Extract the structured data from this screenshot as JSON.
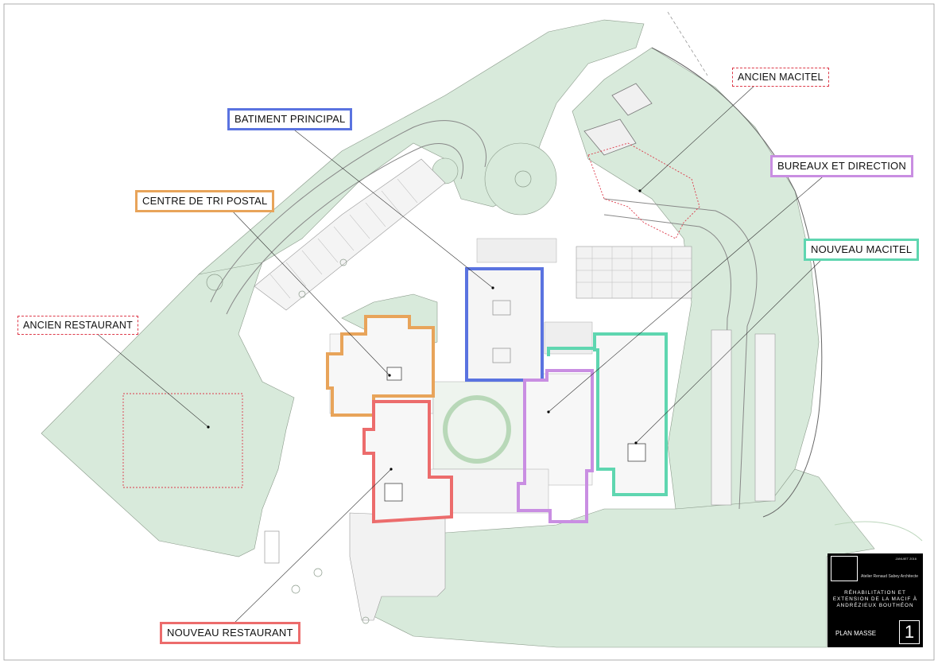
{
  "colors": {
    "terrain": "#d8eadb",
    "batiment_principal": "#5a73e0",
    "centre_de_tri_postal": "#e8a45a",
    "bureaux_et_direction": "#c98ee2",
    "nouveau_macitel": "#5fd6b0",
    "nouveau_restaurant": "#ec6c6c",
    "demolition_dotted": "#dd3a4a"
  },
  "labels": {
    "batiment_principal": "BATIMENT PRINCIPAL",
    "centre_de_tri_postal": "CENTRE DE TRI POSTAL",
    "ancien_restaurant": "ANCIEN RESTAURANT",
    "ancien_macitel": "ANCIEN MACITEL",
    "bureaux_et_direction": "BUREAUX ET DIRECTION",
    "nouveau_macitel": "NOUVEAU MACITEL",
    "nouveau_restaurant": "NOUVEAU RESTAURANT"
  },
  "cartouche": {
    "date": "JANUIET 2016",
    "architect": "Atelier Renaud Sabey Architecte",
    "project_line1": "RÉHABILITATION ET",
    "project_line2": "EXTENSION DE LA MACIF À",
    "project_line3": "ANDRÉZIEUX BOUTHÉON",
    "sheet_title": "PLAN MASSE",
    "sheet_number": "1"
  }
}
